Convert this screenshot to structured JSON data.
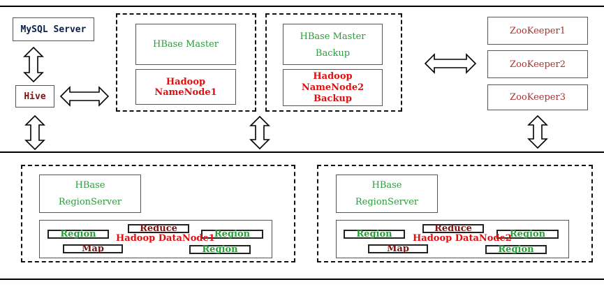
{
  "mysql": "MySQL Server",
  "hive": "Hive",
  "master1": {
    "line1": "HBase Master",
    "line2": "Hadoop NameNode1"
  },
  "master2": {
    "line1": "HBase Master",
    "line2": "Backup",
    "line3": "Hadoop NameNode2",
    "line4": "Backup"
  },
  "zookeepers": [
    "ZooKeeper1",
    "ZooKeeper2",
    "ZooKeeper3"
  ],
  "node1": {
    "rs_line1": "HBase",
    "rs_line2": "RegionServer",
    "region": "Region",
    "reduce": "Reduce",
    "map": "Map",
    "datanode": "Hadoop DataNode1"
  },
  "node2": {
    "rs_line1": "HBase",
    "rs_line2": "RegionServer",
    "region": "Region",
    "reduce": "Reduce",
    "map": "Map",
    "datanode": "Hadoop DataNode2"
  },
  "colors": {
    "green": "#2a9d3a",
    "red": "#e01010",
    "zookeeper": "#b03030",
    "navy": "#0b1f4a"
  }
}
